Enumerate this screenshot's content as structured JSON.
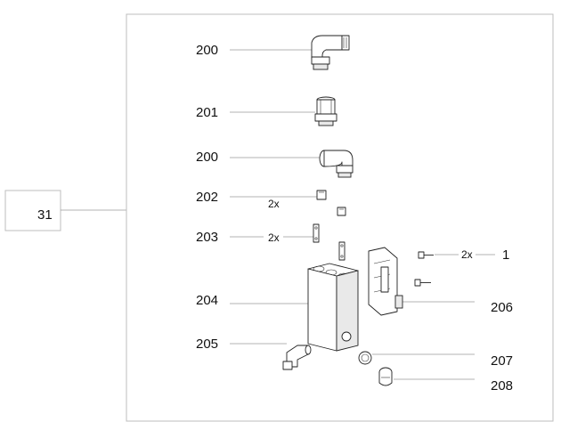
{
  "group": {
    "number": "31"
  },
  "callouts": [
    {
      "id": "200a",
      "text": "200"
    },
    {
      "id": "201",
      "text": "201"
    },
    {
      "id": "200b",
      "text": "200"
    },
    {
      "id": "202",
      "text": "202",
      "qty": "2x"
    },
    {
      "id": "203",
      "text": "203",
      "qty": "2x"
    },
    {
      "id": "1",
      "text": "1",
      "qty": "2x"
    },
    {
      "id": "204",
      "text": "204"
    },
    {
      "id": "206",
      "text": "206"
    },
    {
      "id": "205",
      "text": "205"
    },
    {
      "id": "207",
      "text": "207"
    },
    {
      "id": "208",
      "text": "208"
    }
  ]
}
